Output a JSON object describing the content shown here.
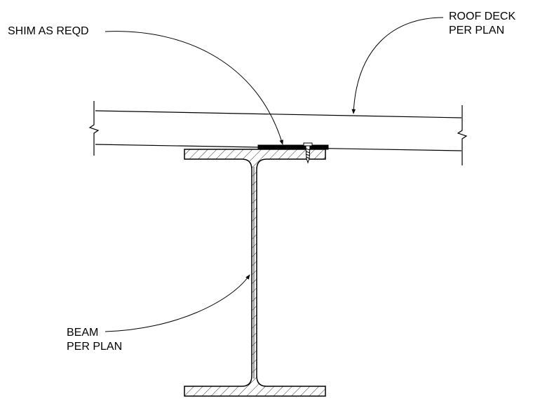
{
  "drawing": {
    "line_color": "#000000",
    "background": "#ffffff"
  },
  "callouts": {
    "shim": {
      "lines": [
        "SHIM AS REQD"
      ]
    },
    "roof_deck": {
      "lines": [
        "ROOF DECK",
        "PER PLAN"
      ]
    },
    "beam": {
      "lines": [
        "BEAM",
        "PER PLAN"
      ]
    }
  }
}
